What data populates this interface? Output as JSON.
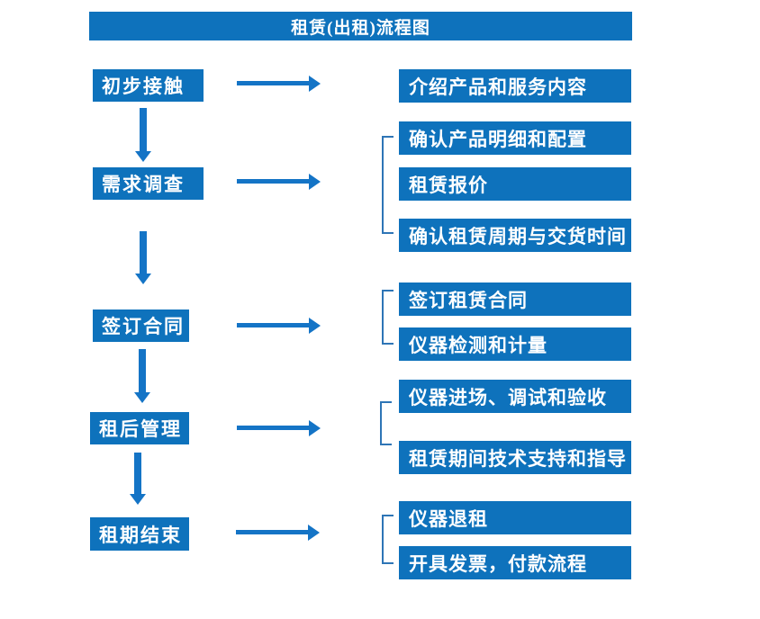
{
  "title": "租赁(出租)流程图",
  "colors": {
    "box_blue": "#0E72BC",
    "arrow_blue": "#1474C6",
    "bracket_blue": "#2E75B6",
    "text_white": "#FFFFFF",
    "background": "#FFFFFF"
  },
  "rows": [
    {
      "step": {
        "label": "初步接触"
      },
      "details": [
        {
          "label": "介绍产品和服务内容"
        }
      ]
    },
    {
      "step": {
        "label": "需求调查"
      },
      "details": [
        {
          "label": "确认产品明细和配置"
        },
        {
          "label": "租赁报价"
        },
        {
          "label": "确认租赁周期与交货时间"
        }
      ]
    },
    {
      "step": {
        "label": "签订合同"
      },
      "details": [
        {
          "label": "签订租赁合同"
        },
        {
          "label": "仪器检测和计量"
        }
      ]
    },
    {
      "step": {
        "label": "租后管理"
      },
      "details": [
        {
          "label": "仪器进场、调试和验收"
        },
        {
          "label": "租赁期间技术支持和指导"
        }
      ]
    },
    {
      "step": {
        "label": "租期结束"
      },
      "details": [
        {
          "label": "仪器退租"
        },
        {
          "label": "开具发票，付款流程"
        }
      ]
    }
  ]
}
